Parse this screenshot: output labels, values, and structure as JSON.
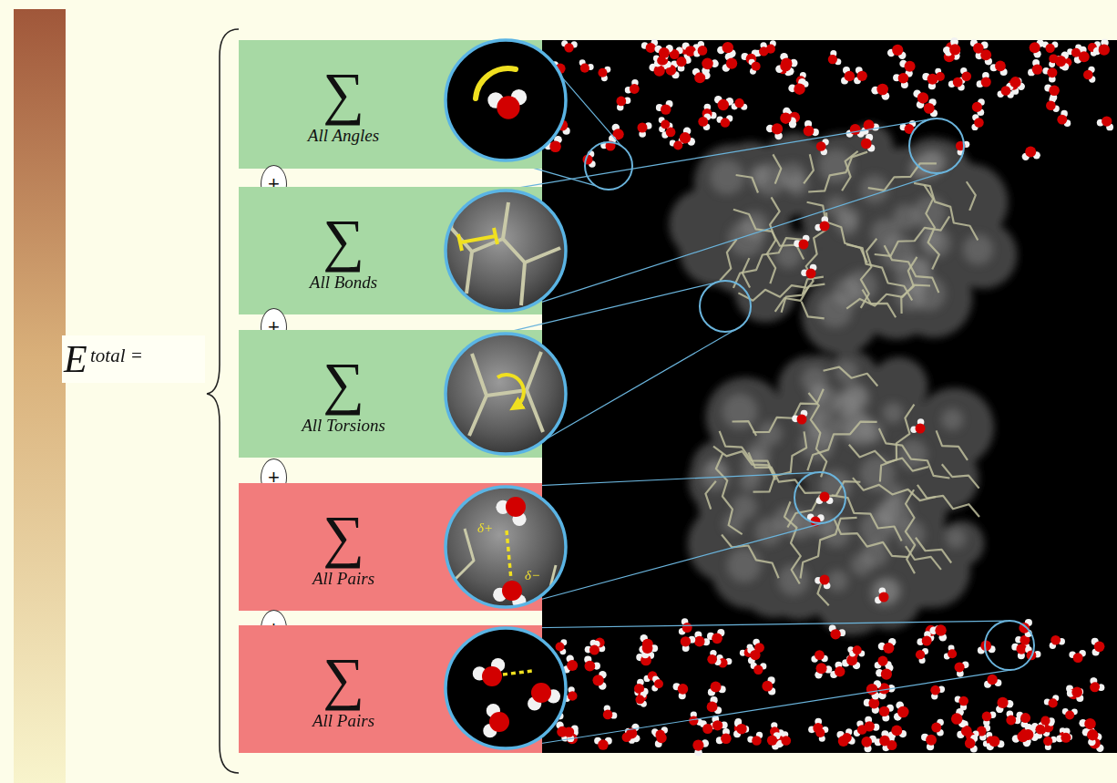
{
  "diagram": {
    "nodes": [
      {
        "text": [
          "∑",
          "All Angles"
        ]
      },
      {
        "text": [
          "+"
        ]
      },
      {
        "text": [
          "∑",
          "All Bonds"
        ]
      },
      {
        "text": [
          "+"
        ]
      },
      {
        "text": [
          "∑",
          "All Torsions"
        ]
      },
      {
        "text": [
          "+"
        ]
      },
      {
        "text": [
          "∑",
          "All Pairs"
        ]
      },
      {
        "text": [
          "+"
        ]
      },
      {
        "text": [
          "∑",
          "All Pairs"
        ]
      }
    ],
    "labels": [
      "E",
      "total =",
      "δ+",
      "δ−"
    ]
  }
}
